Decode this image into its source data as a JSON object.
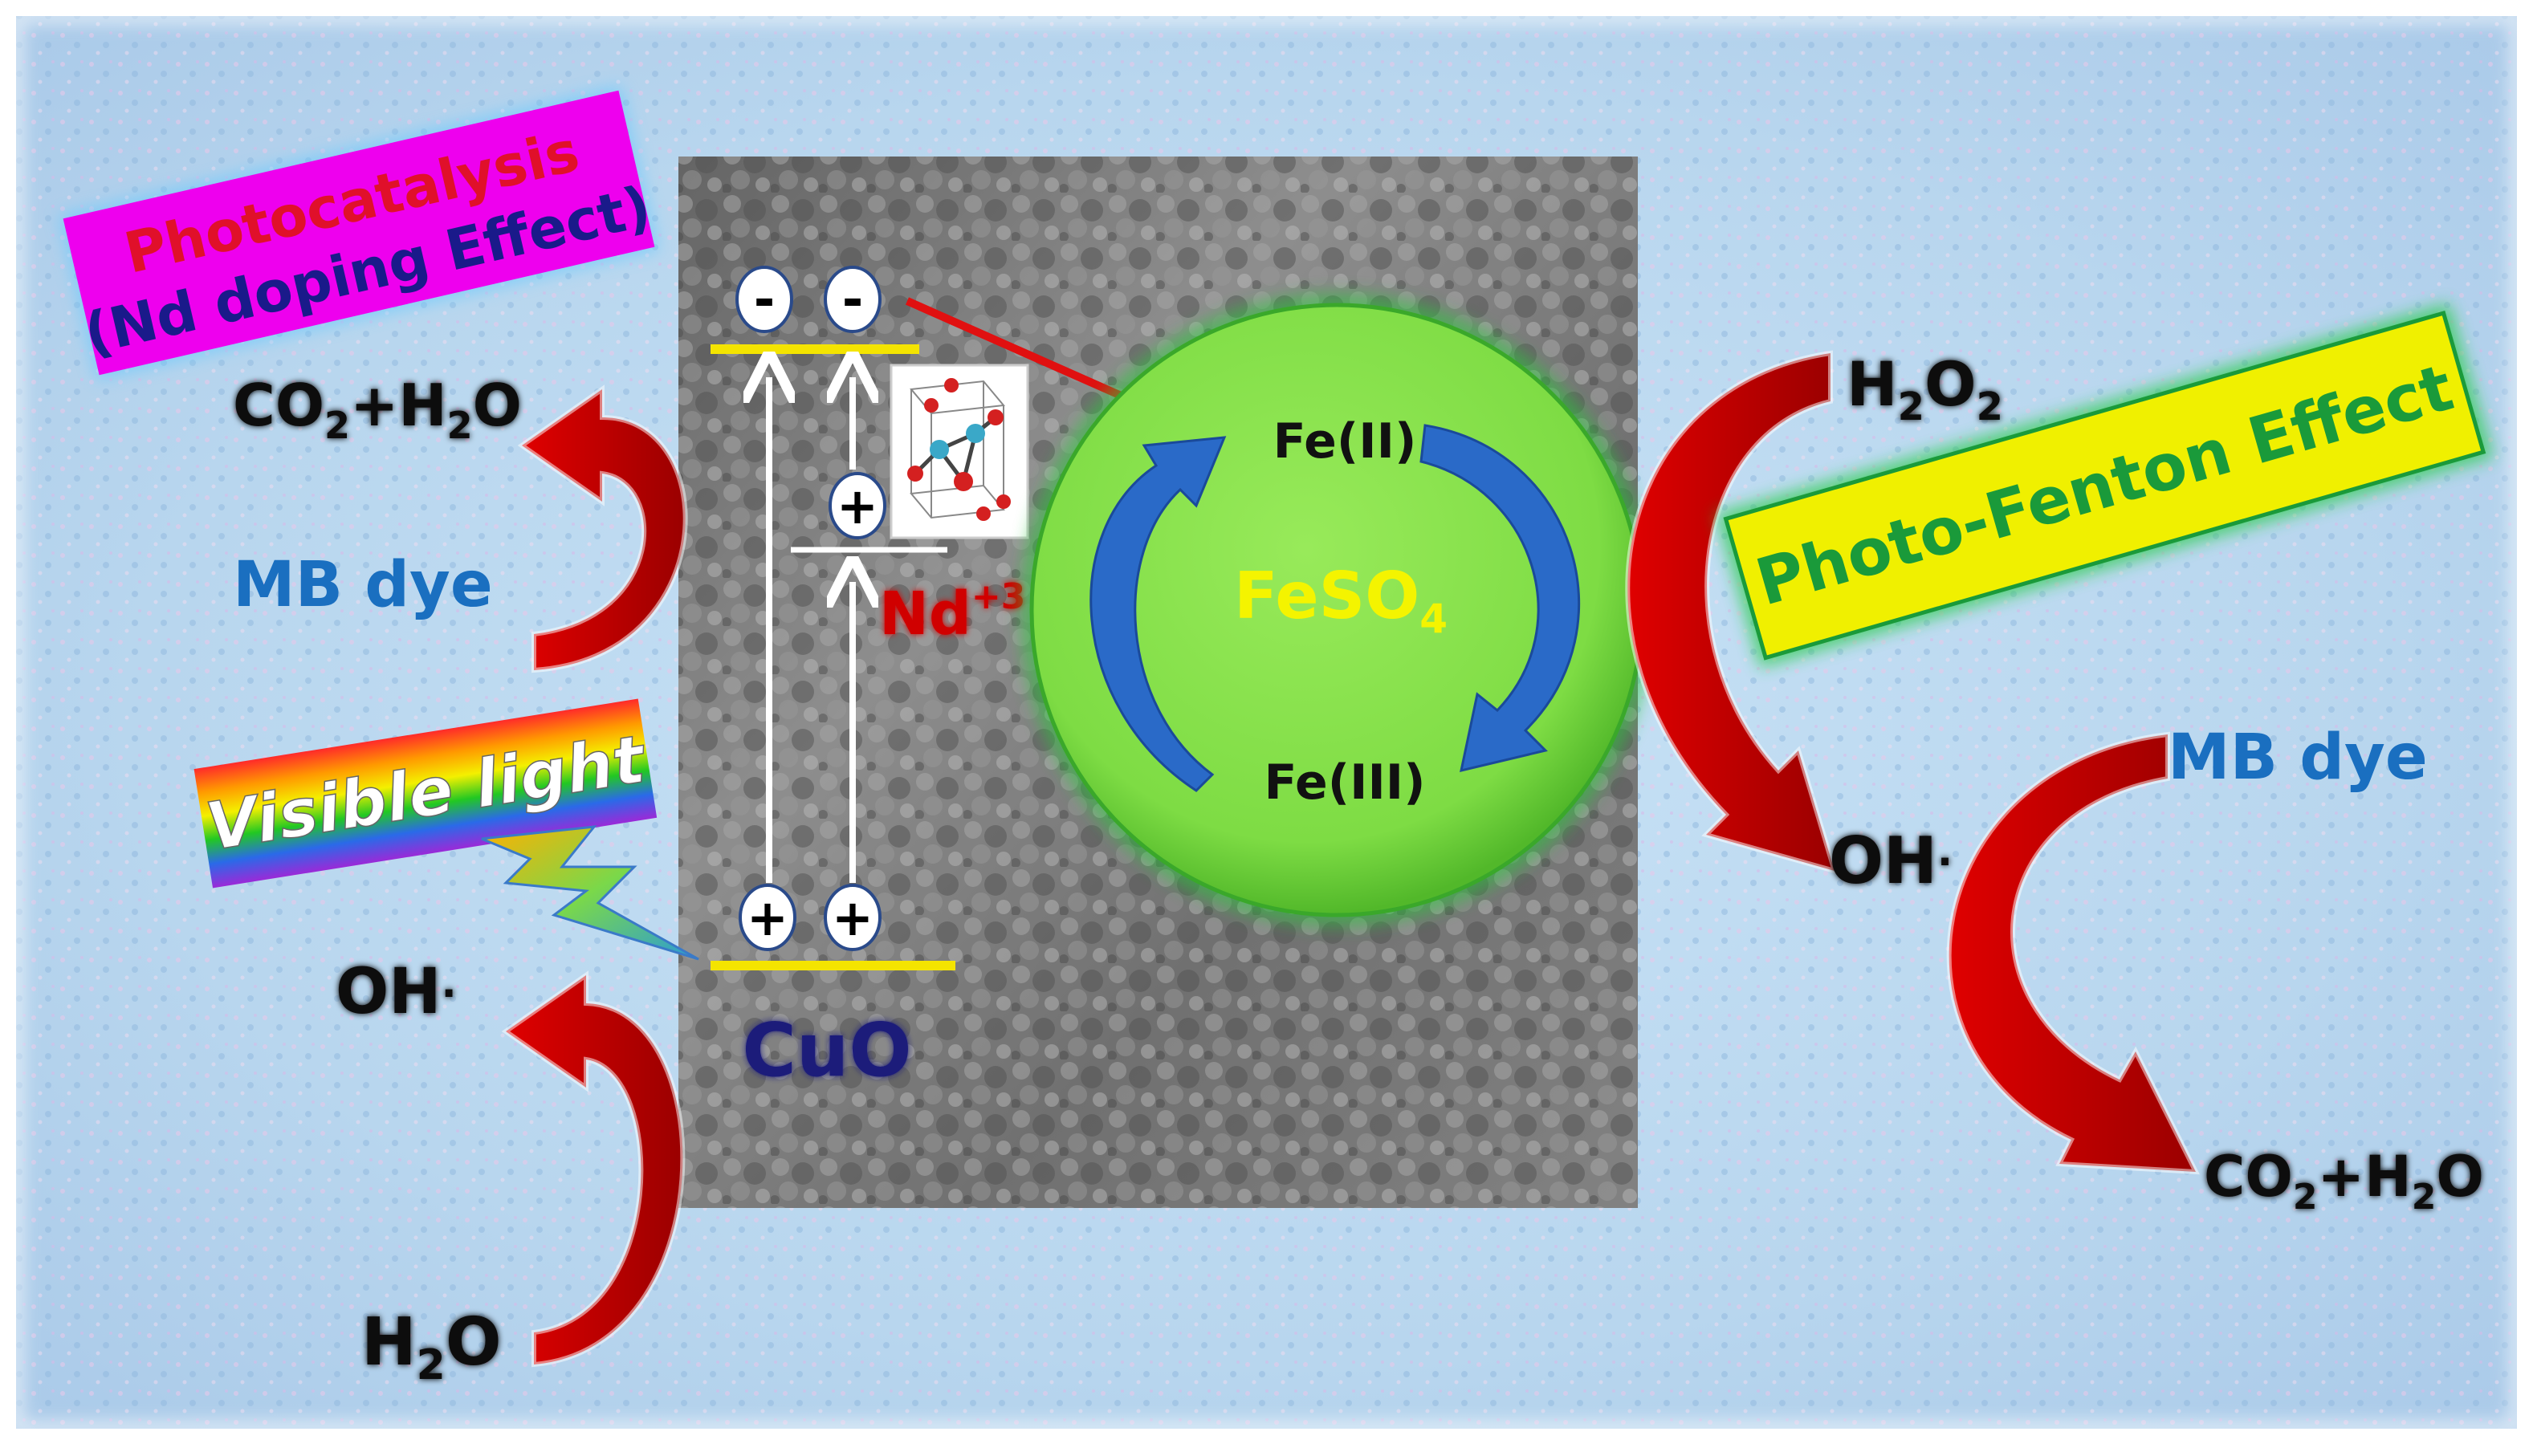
{
  "labels": {
    "photocatalysis_title": "Photocatalysis",
    "nd_doping_effect": "(Nd doping Effect)",
    "photo_fenton_effect": "Photo-Fenton Effect",
    "visible_light": "Visible light",
    "cuo": "CuO",
    "nd_dopant": "Nd",
    "nd_charge": "+3",
    "feso4_main": "FeSO",
    "feso4_sub": "4",
    "fe2": "Fe(II)",
    "fe3": "Fe(III)",
    "mb_dye_left": "MB dye",
    "mb_dye_right": "MB dye",
    "minus_sign": "-",
    "plus_sign": "+"
  },
  "left_products": {
    "co2": "CO",
    "co2_sub": "2",
    "plus_h": "+H",
    "h2o_sub": "2",
    "o": "O"
  },
  "right_products": {
    "co2": "CO",
    "co2_sub": "2",
    "plus_h": "+H",
    "h2o_sub": "2",
    "o": "O"
  },
  "oh_left": {
    "text": "OH",
    "dot": "."
  },
  "oh_right": {
    "text": "OH",
    "dot": "."
  },
  "h2o_left": {
    "h": "H",
    "sub": "2",
    "o": "O"
  },
  "h2o2_right": {
    "h": "H",
    "sub1": "2",
    "o": "O",
    "sub2": "2"
  },
  "colors": {
    "background": "#b8d6ee",
    "photocatalysis_box": "#ee00ee",
    "photocatalysis_text": "#e0102a",
    "nd_effect_text": "#1a1a8a",
    "fenton_box": "#f0f000",
    "fenton_text": "#1a9a3a",
    "fenton_glow": "#22cc44",
    "curved_arrow": "#c40000",
    "mb_dye": "#1a6fc0",
    "sem_panel": "#8a8a8a",
    "band_line": "#f4e400",
    "feso4_circle": "#86e04a",
    "feso4_text": "#f4f400",
    "blue_arrow": "#2a6ac8",
    "nd_text": "#d00000",
    "cuo_text": "#1a1a7a"
  }
}
